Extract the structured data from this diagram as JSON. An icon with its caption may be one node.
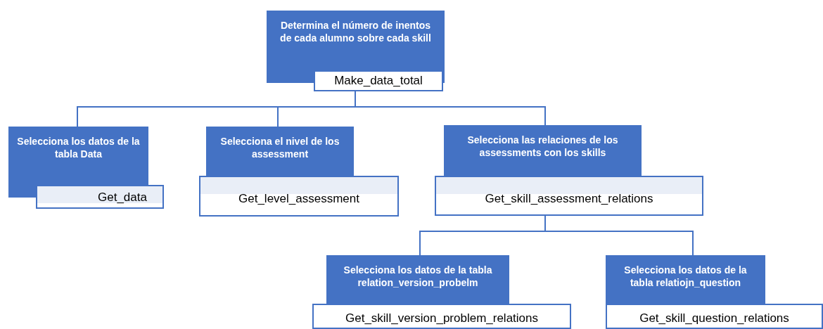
{
  "diagram": {
    "nodes": [
      {
        "text": [
          "Determina el número de inentos de cada alumno sobre cada skill",
          "Make_data_total"
        ]
      },
      {
        "text": [
          "Selecciona los datos de la tabla Data",
          "Get_data"
        ]
      },
      {
        "text": [
          "Selecciona el nivel de los assessment",
          "Get_level_assessment"
        ]
      },
      {
        "text": [
          "Selecciona las relaciones de los assessments con los skills",
          "Get_skill_assessment_relations"
        ]
      },
      {
        "text": [
          "Selecciona los datos de la tabla relation_version_probelm",
          "Get_skill_version_problem_relations"
        ]
      },
      {
        "text": [
          "Selecciona los datos de la tabla relatiojn_question",
          "Get_skill_question_relations"
        ]
      }
    ],
    "edges": [
      {
        "from": 0,
        "to": 1,
        "arrow": "none"
      },
      {
        "from": 0,
        "to": 2,
        "arrow": "none"
      },
      {
        "from": 0,
        "to": 3,
        "arrow": "none"
      },
      {
        "from": 3,
        "to": 4,
        "arrow": "none"
      },
      {
        "from": 3,
        "to": 5,
        "arrow": "none"
      }
    ]
  }
}
